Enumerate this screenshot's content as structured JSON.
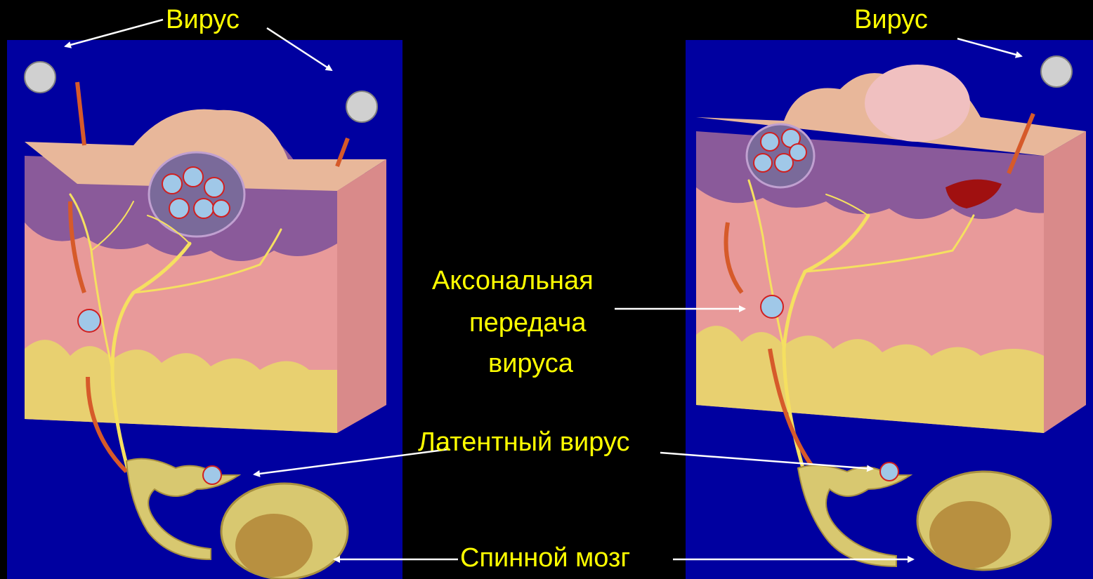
{
  "labels": {
    "virus_left": "Вирус",
    "virus_right": "Вирус",
    "axonal_line1": "Аксональная",
    "axonal_line2": "передача",
    "axonal_line3": "вируса",
    "latent_virus": "Латентный вирус",
    "spinal_cord": "Спинной мозг"
  },
  "colors": {
    "background": "#000000",
    "panel": "#0000a0",
    "label_text": "#ffff00",
    "arrow": "#ffffff",
    "skin_top": "#e8b79a",
    "dermis": "#e89a9a",
    "epidermis": "#8a5a9a",
    "fat": "#e8d070",
    "nerve": "#f5e060",
    "transport_arrow": "#d65a2a"
  }
}
